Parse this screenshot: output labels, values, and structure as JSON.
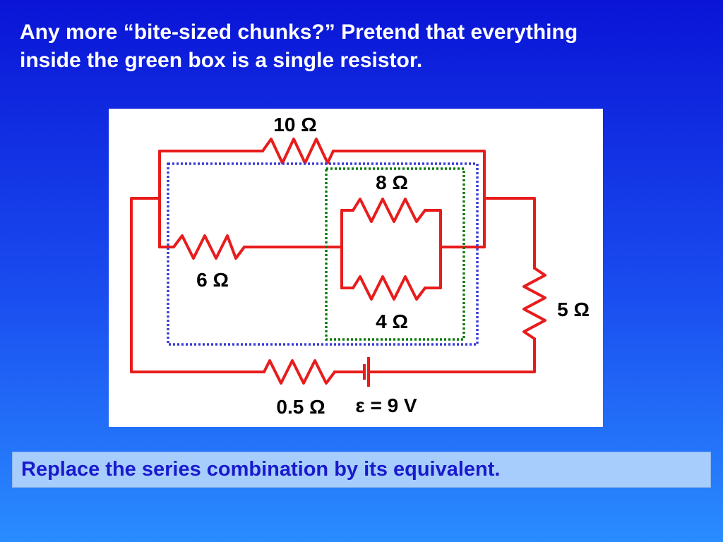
{
  "slide": {
    "title_line1": "Any more “bite-sized chunks?”  Pretend that everything",
    "title_line2": "inside the green box is a single resistor.",
    "caption": "Replace the series combination by its equivalent."
  },
  "circuit": {
    "labels": {
      "r10": "10 Ω",
      "r8": "8 Ω",
      "r6": "6 Ω",
      "r4": "4 Ω",
      "r5": "5 Ω",
      "r05": "0.5 Ω",
      "emf": "ε = 9 V"
    },
    "colors": {
      "wire": "#e81c1c",
      "blue_box": "#3a3ad8",
      "green_box": "#0a7a0a",
      "background": "#ffffff"
    }
  }
}
